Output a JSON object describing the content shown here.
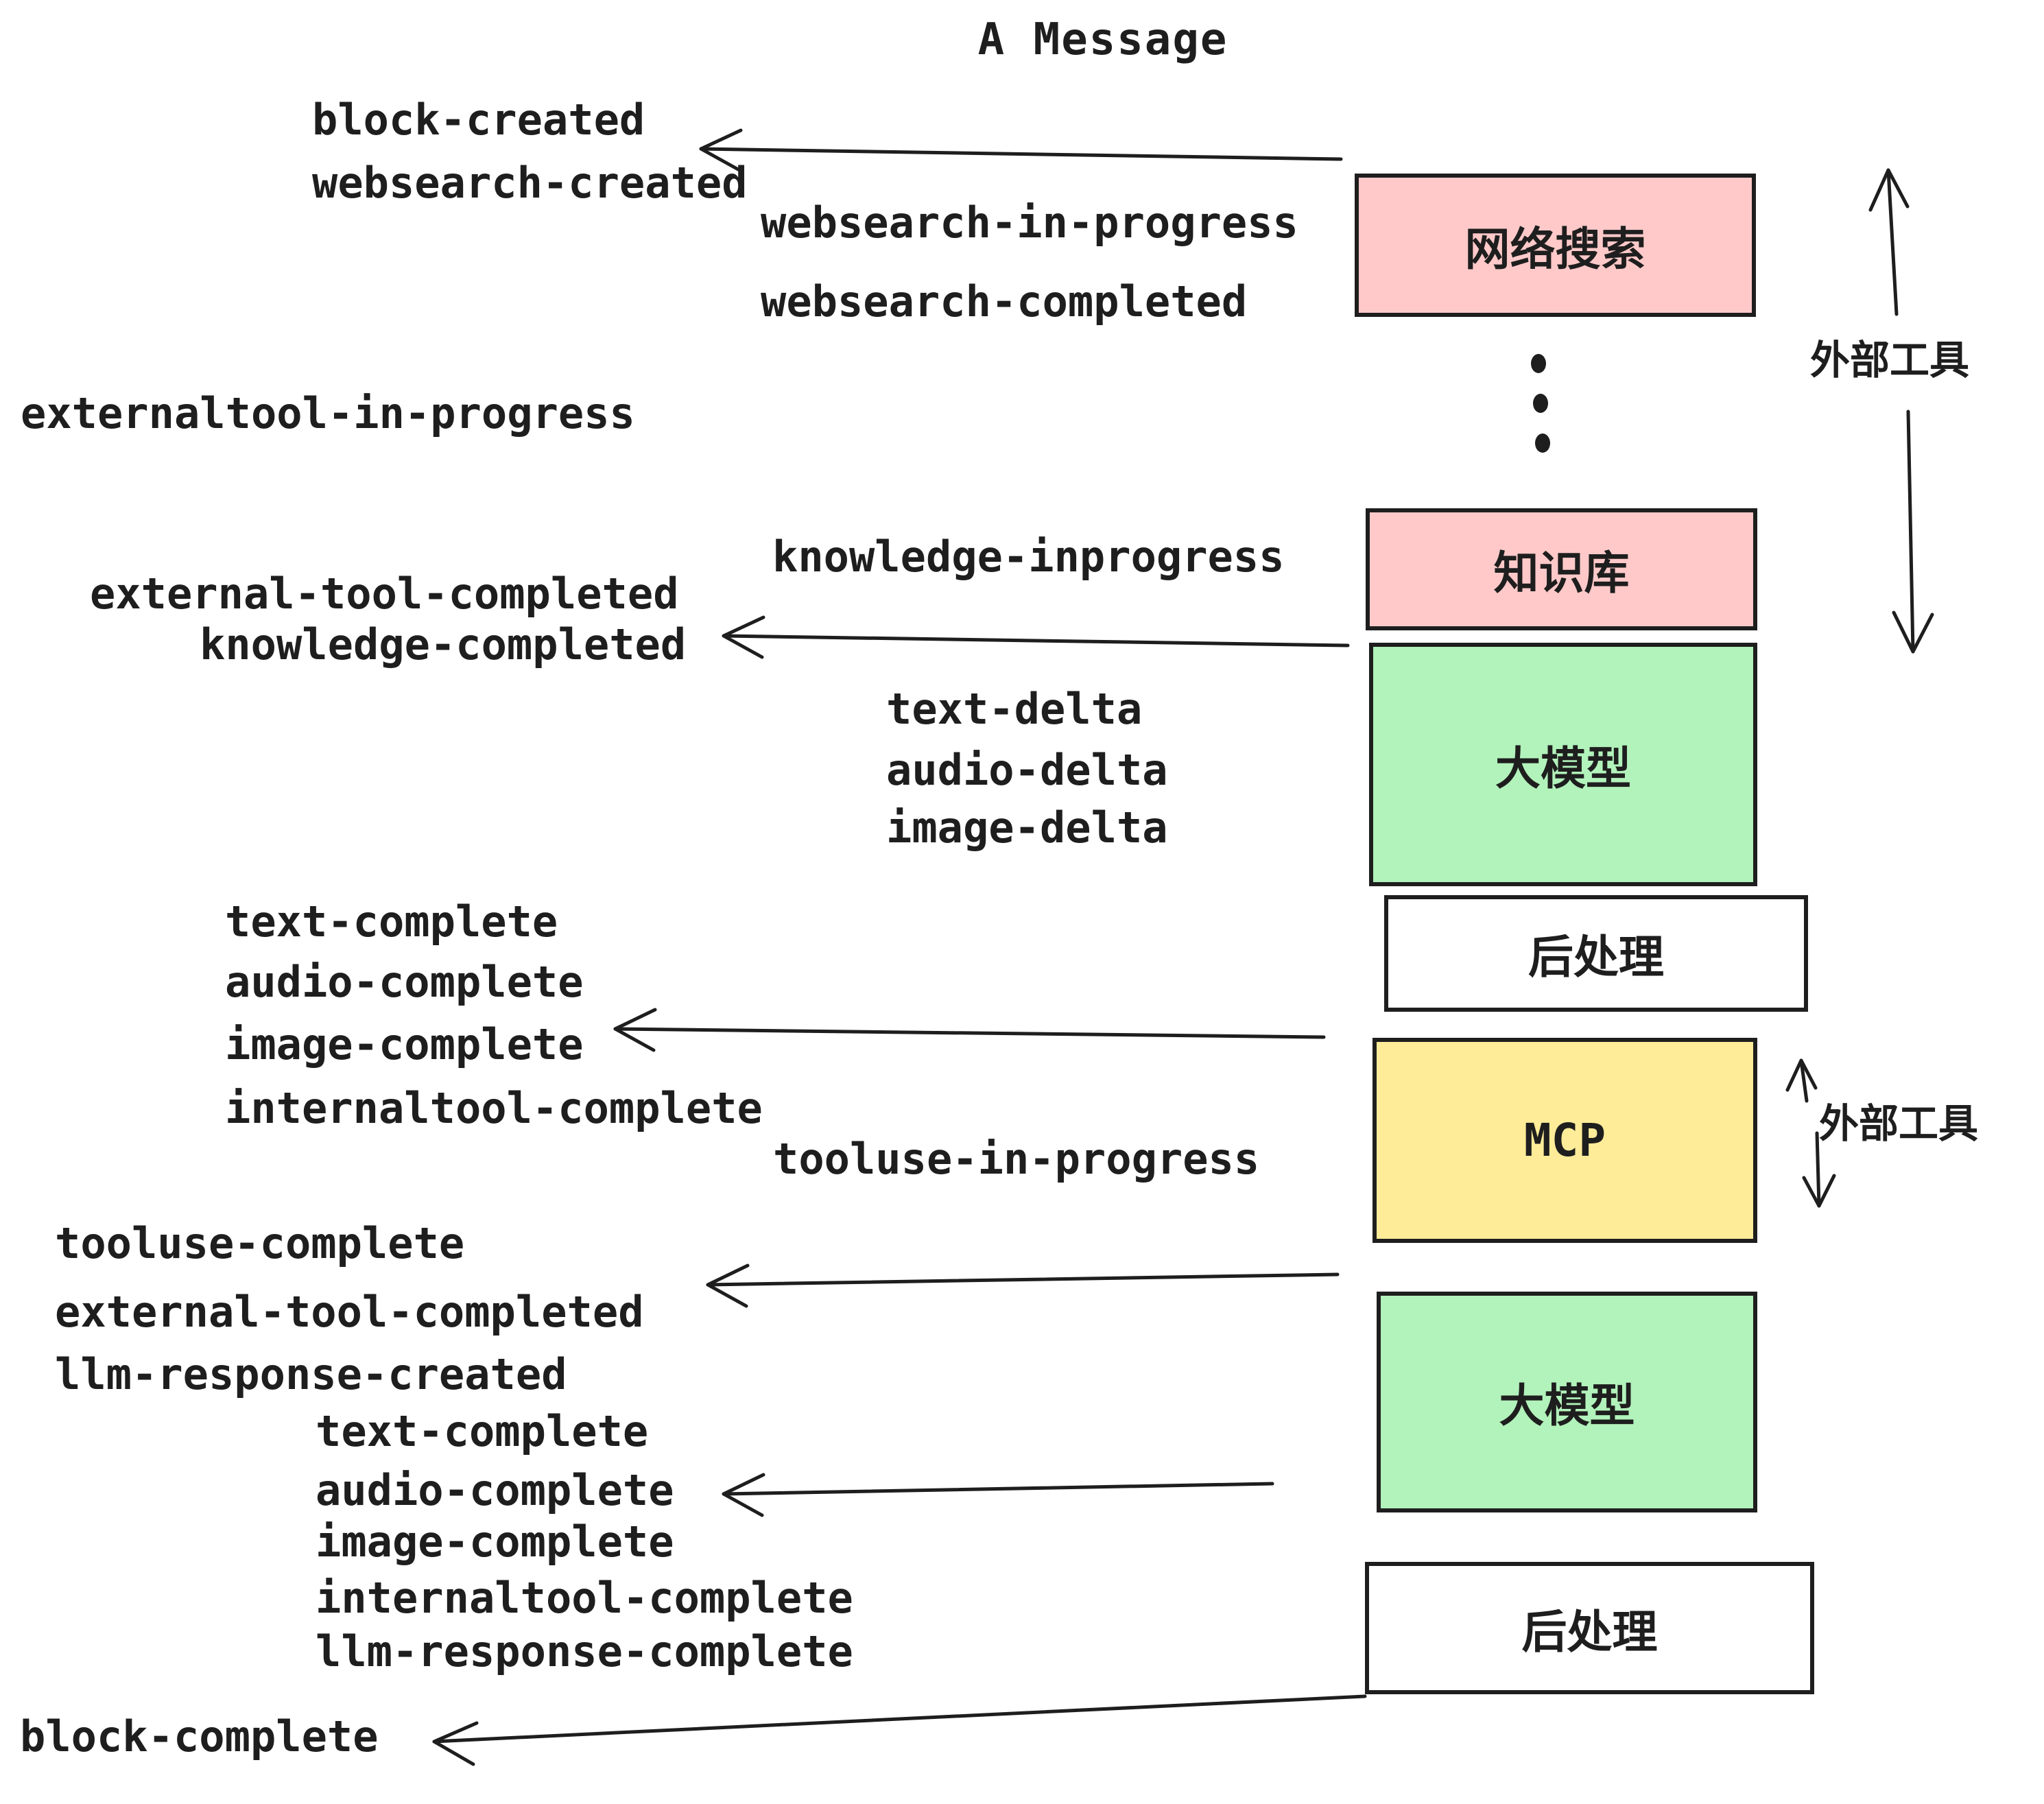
{
  "title": "A Message",
  "events": [
    {
      "id": "block-created",
      "label": "block-created"
    },
    {
      "id": "websearch-created",
      "label": "websearch-created"
    },
    {
      "id": "websearch-in-progress",
      "label": "websearch-in-progress"
    },
    {
      "id": "websearch-completed",
      "label": "websearch-completed"
    },
    {
      "id": "externaltool-in-progress",
      "label": "externaltool-in-progress"
    },
    {
      "id": "knowledge-inprogress",
      "label": "knowledge-inprogress"
    },
    {
      "id": "external-tool-completed",
      "label": "external-tool-completed"
    },
    {
      "id": "knowledge-completed",
      "label": "knowledge-completed"
    },
    {
      "id": "text-delta-1",
      "label": "text-delta"
    },
    {
      "id": "audio-delta-1",
      "label": "audio-delta"
    },
    {
      "id": "image-delta-1",
      "label": "image-delta"
    },
    {
      "id": "text-complete-1",
      "label": "text-complete"
    },
    {
      "id": "audio-complete-1",
      "label": "audio-complete"
    },
    {
      "id": "image-complete-1",
      "label": "image-complete"
    },
    {
      "id": "internaltool-complete-1",
      "label": "internaltool-complete"
    },
    {
      "id": "tooluse-in-progress",
      "label": "tooluse-in-progress"
    },
    {
      "id": "tooluse-complete",
      "label": "tooluse-complete"
    },
    {
      "id": "external-tool-completed-2",
      "label": "external-tool-completed"
    },
    {
      "id": "llm-response-created",
      "label": "llm-response-created"
    },
    {
      "id": "text-complete-2",
      "label": "text-complete"
    },
    {
      "id": "audio-complete-2",
      "label": "audio-complete"
    },
    {
      "id": "image-complete-2",
      "label": "image-complete"
    },
    {
      "id": "internaltool-complete-2",
      "label": "internaltool-complete"
    },
    {
      "id": "llm-response-complete",
      "label": "llm-response-complete"
    },
    {
      "id": "block-complete",
      "label": "block-complete"
    }
  ],
  "boxes": [
    {
      "id": "websearch",
      "label": "网络搜索",
      "color": "#FFC9C9"
    },
    {
      "id": "knowledge",
      "label": "知识库",
      "color": "#FFC9C9"
    },
    {
      "id": "llm-1",
      "label": "大模型",
      "color": "#B2F2BB"
    },
    {
      "id": "post-1",
      "label": "后处理",
      "color": "#FFFFFF"
    },
    {
      "id": "mcp",
      "label": "MCP",
      "color": "#FFEC99"
    },
    {
      "id": "llm-2",
      "label": "大模型",
      "color": "#B2F2BB"
    },
    {
      "id": "post-2",
      "label": "后处理",
      "color": "#FFFFFF"
    }
  ],
  "side_labels": [
    {
      "id": "external-tools-1",
      "label": "外部工具"
    },
    {
      "id": "external-tools-2",
      "label": "外部工具"
    }
  ],
  "colors": {
    "box_pink": "#FFC9C9",
    "box_green": "#B2F2BB",
    "box_yellow": "#FFEC99",
    "box_white": "#FFFFFF",
    "stroke": "#1E1E1E",
    "background": "#FFFFFF"
  }
}
